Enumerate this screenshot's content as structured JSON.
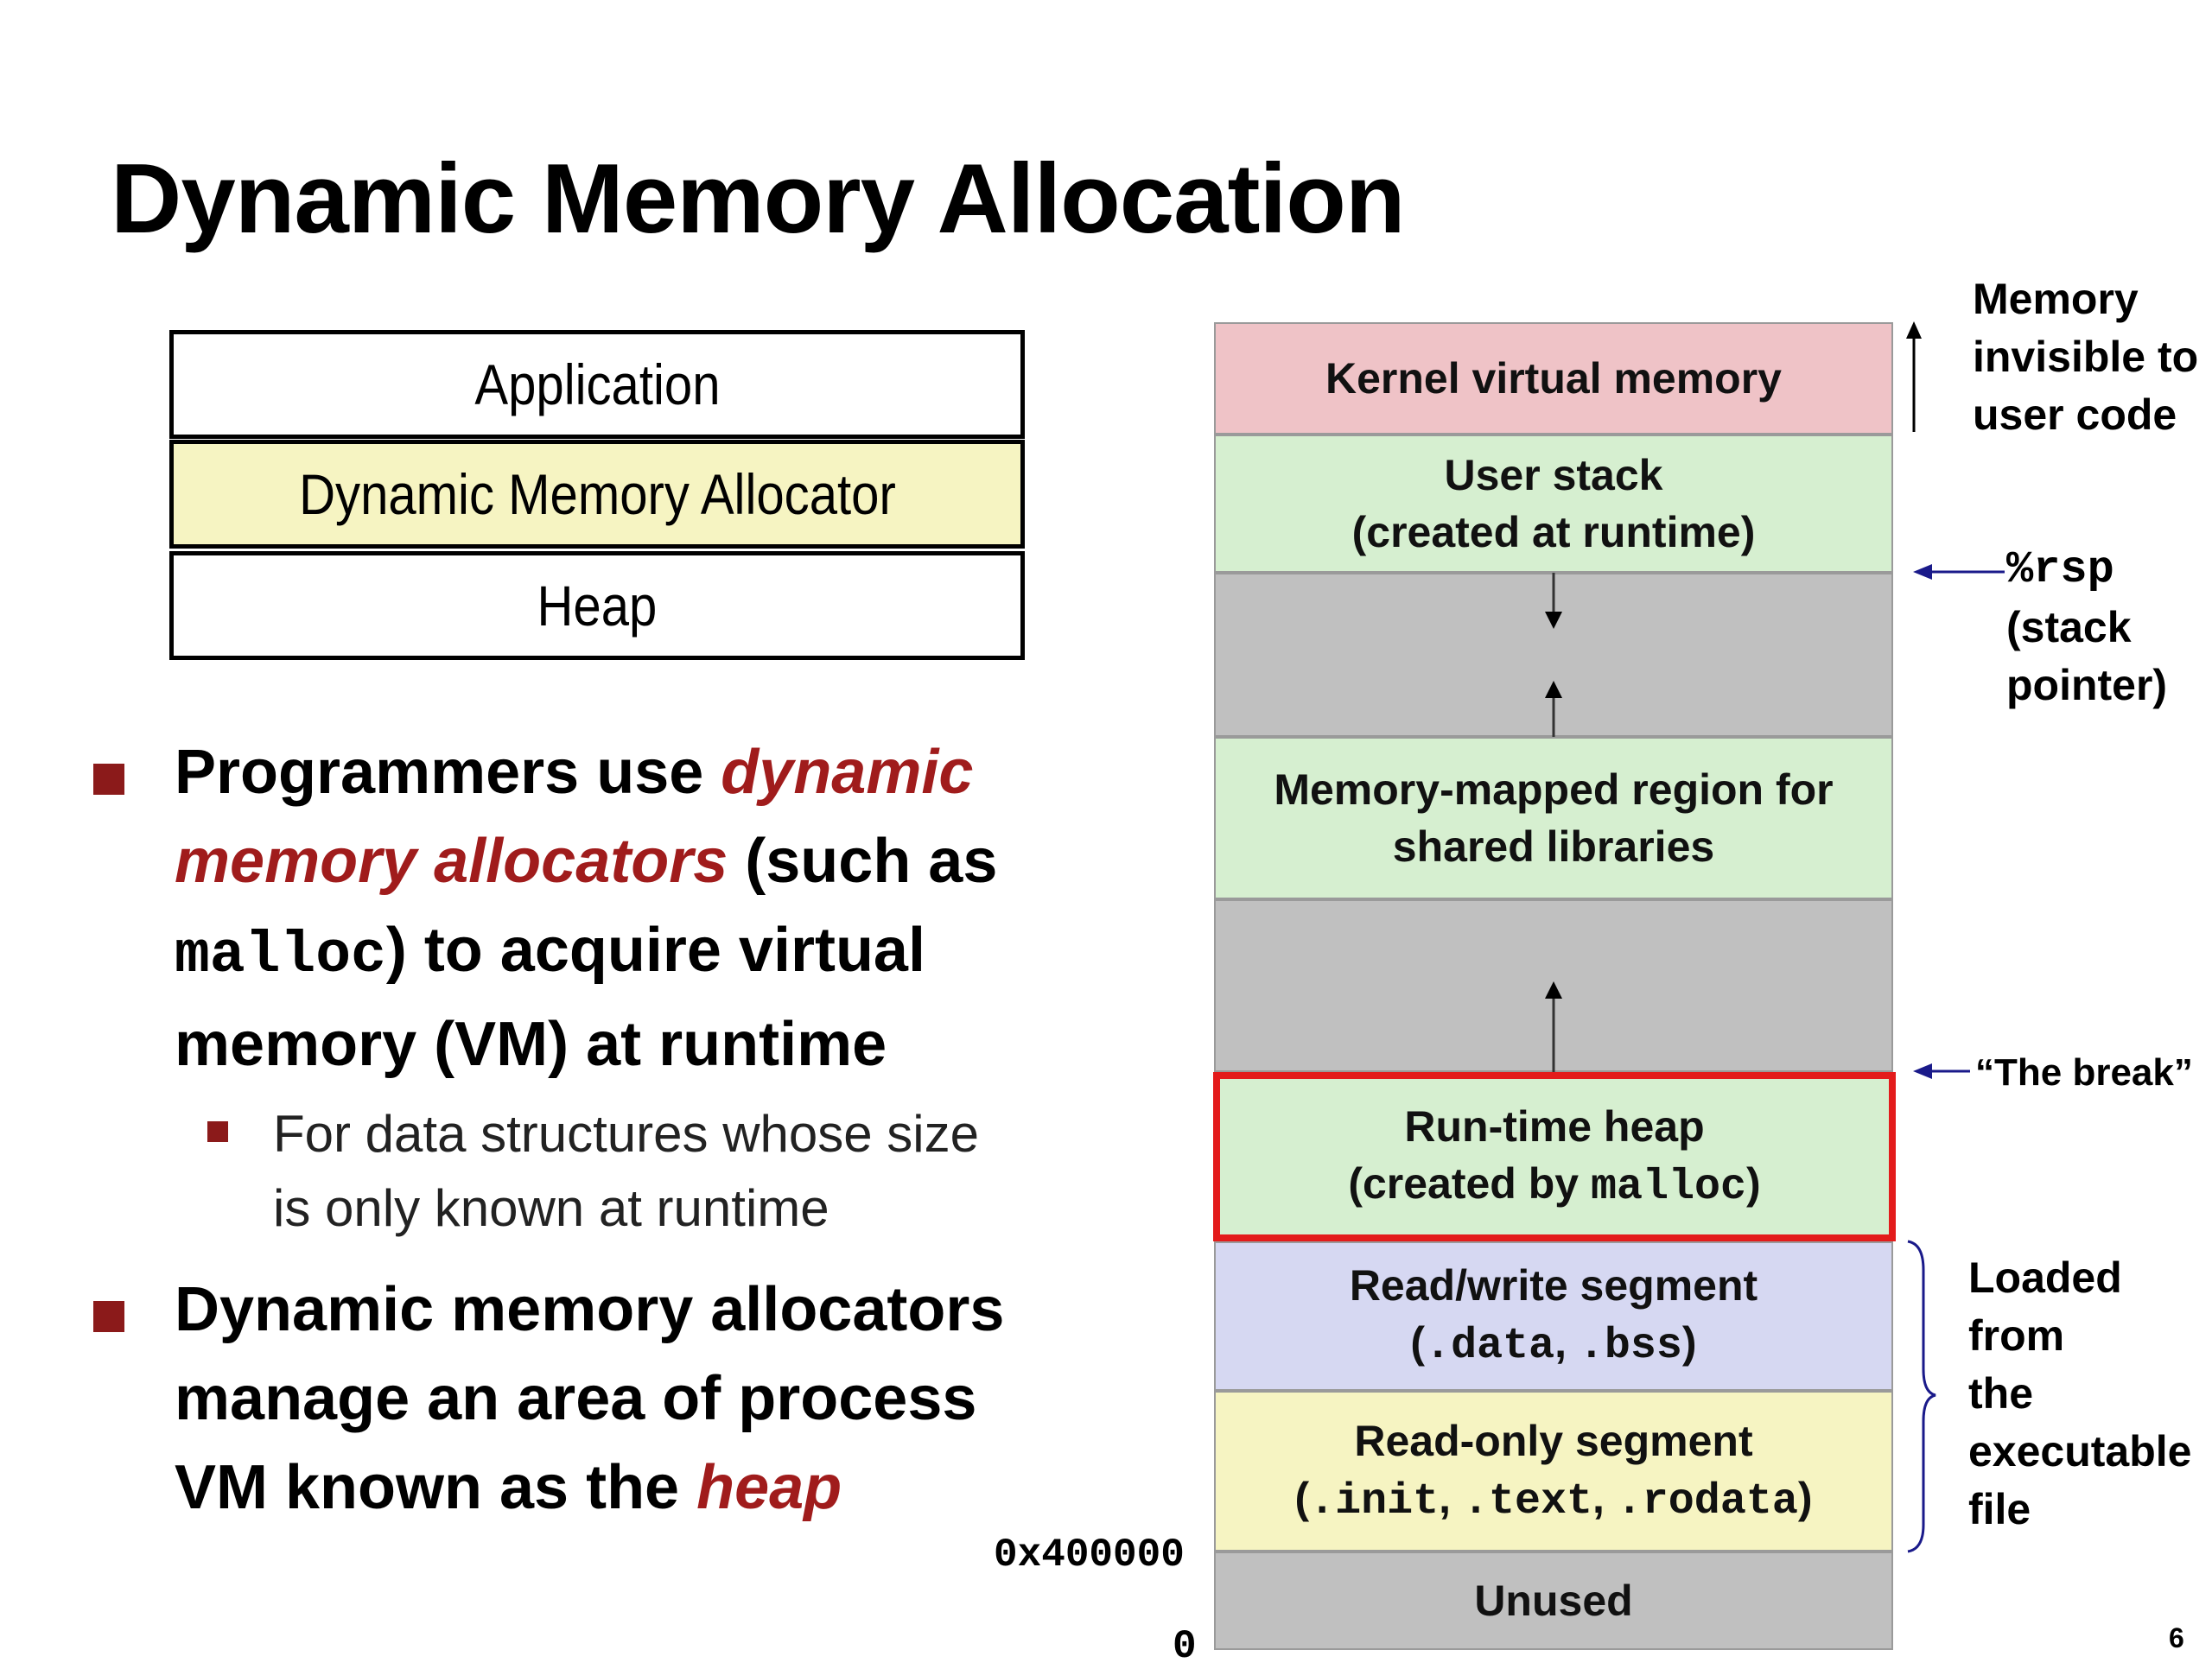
{
  "slide": {
    "title": "Dynamic Memory Allocation",
    "page_number": "6"
  },
  "layers": {
    "application": "Application",
    "allocator": "Dynamic Memory Allocator",
    "heap": "Heap"
  },
  "bullets": {
    "b1": {
      "part1": "Programmers use ",
      "em1": "dynamic",
      "em2": "memory allocators",
      "part2": " (such as",
      "code": "malloc",
      "part3": ") to acquire virtual",
      "part4": "memory (VM) at runtime"
    },
    "sub1": {
      "line1": "For data structures whose size",
      "line2": "is only known at runtime"
    },
    "b2": {
      "line1": "Dynamic memory allocators",
      "line2": "manage an area of process",
      "part3": "VM known as the ",
      "em": "heap"
    }
  },
  "memory_map": {
    "kernel": "Kernel virtual memory",
    "user_stack_1": "User stack",
    "user_stack_2": "(created at runtime)",
    "mmap_1": "Memory-mapped region for",
    "mmap_2": "shared libraries",
    "heap_1": "Run-time heap",
    "heap_2_prefix": "(created by ",
    "heap_2_code": "malloc",
    "heap_2_suffix": ")",
    "rw_1": "Read/write segment",
    "rw_2_a": "(",
    "rw_2_code1": ".data",
    "rw_2_b": ", ",
    "rw_2_code2": ".bss",
    "rw_2_c": ")",
    "ro_1": "Read-only segment",
    "ro_2_a": "(",
    "ro_2_code1": ".init",
    "ro_2_b": ", ",
    "ro_2_code2": ".text",
    "ro_2_c": ", ",
    "ro_2_code3": ".rodata",
    "ro_2_d": ")",
    "unused": "Unused",
    "addr_400000": "0x400000",
    "addr_0": "0",
    "label_invisible_1": "Memory",
    "label_invisible_2": "invisible to",
    "label_invisible_3": "user code",
    "label_rsp_code": "%rsp",
    "label_rsp_2": "(stack",
    "label_rsp_3": "pointer)",
    "label_break": "“The break”",
    "label_loaded_1": "Loaded",
    "label_loaded_2": "from",
    "label_loaded_3": "the",
    "label_loaded_4": "executable",
    "label_loaded_5": "file"
  },
  "colors": {
    "kernel": "#efc3c7",
    "green": "#d6efd0",
    "gray": "#c0c0c0",
    "blue": "#d6d8f2",
    "yellow": "#f6f4c2",
    "heap_border": "#e31b1b",
    "bullet": "#8b1a1a",
    "emphasis": "#a01c1c",
    "arrow_blue": "#1a1a8a"
  },
  "icons": {
    "bullet": "square-bullet-icon",
    "up_arrow": "up-arrow-icon",
    "down_arrow": "down-arrow-icon",
    "left_arrow": "left-arrow-icon",
    "brace": "right-brace-icon"
  }
}
